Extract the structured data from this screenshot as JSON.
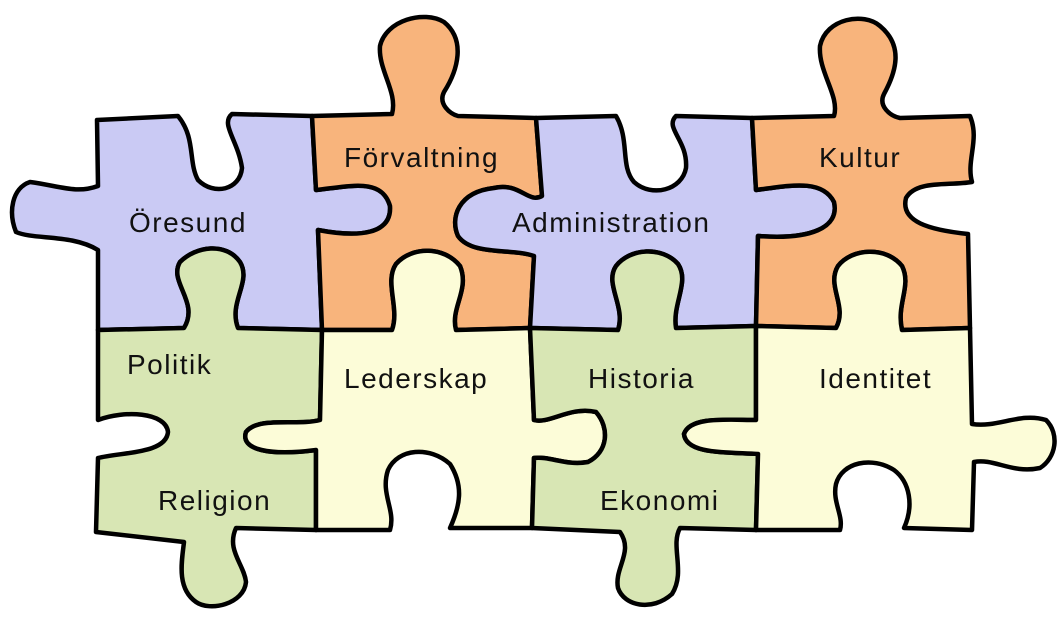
{
  "colors": {
    "blue": "#cacaf4",
    "orange": "#f8b47c",
    "green": "#d8e6b4",
    "yellow": "#fcfcd8",
    "outline": "#000000"
  },
  "pieces": {
    "oresund": {
      "label": "Öresund",
      "color": "blue"
    },
    "forvaltning": {
      "label": "Förvaltning",
      "color": "orange"
    },
    "administration": {
      "label": "Administration",
      "color": "blue"
    },
    "kultur": {
      "label": "Kultur",
      "color": "orange"
    },
    "politik": {
      "label": "Politik",
      "color": "green"
    },
    "religion": {
      "label": "Religion",
      "color": "green"
    },
    "lederskap": {
      "label": "Lederskap",
      "color": "yellow"
    },
    "historia": {
      "label": "Historia",
      "color": "green"
    },
    "ekonomi": {
      "label": "Ekonomi",
      "color": "green"
    },
    "identitet": {
      "label": "Identitet",
      "color": "yellow"
    }
  }
}
